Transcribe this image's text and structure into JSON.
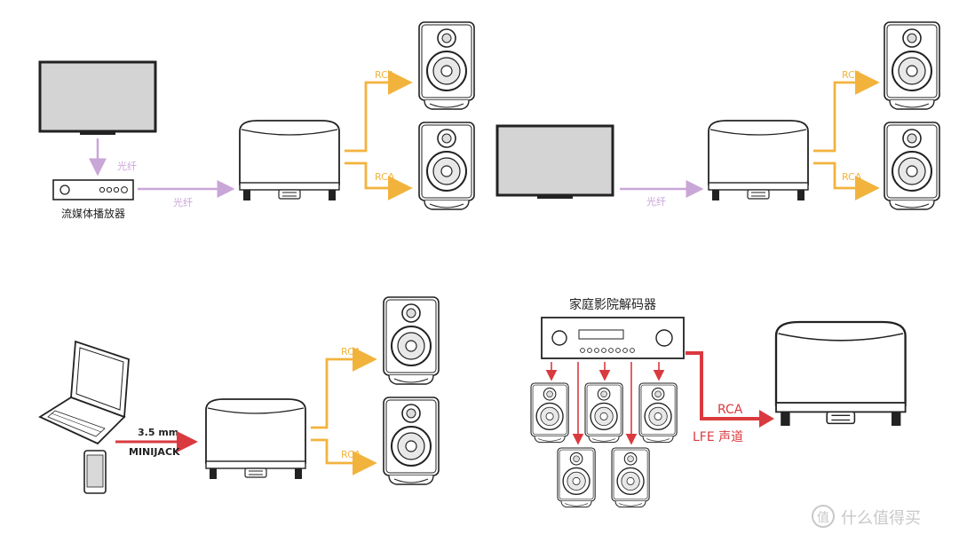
{
  "colors": {
    "optical": "#c9a6d8",
    "rca": "#f2b33d",
    "lfe": "#d93a3f",
    "outline": "#222222",
    "watermark": "#c8c8c8"
  },
  "setups": {
    "streamer_optical": {
      "optical_label_vertical": "光纤",
      "optical_label_horizontal": "光纤",
      "streamer_caption": "流媒体播放器",
      "rca_top": "RCA",
      "rca_bottom": "RCA"
    },
    "tv_optical": {
      "optical_label": "光纤",
      "rca_top": "RCA",
      "rca_bottom": "RCA"
    },
    "laptop_minijack": {
      "size_label": "3.5 mm",
      "jack_label": "MINIJACK",
      "rca_top": "RCA",
      "rca_bottom": "RCA"
    },
    "home_theater": {
      "decoder_title": "家庭影院解码器",
      "rca_label": "RCA",
      "lfe_label": "LFE 声道"
    }
  },
  "watermark": {
    "text": "什么值得买",
    "icon": "zhi-logo-icon"
  }
}
